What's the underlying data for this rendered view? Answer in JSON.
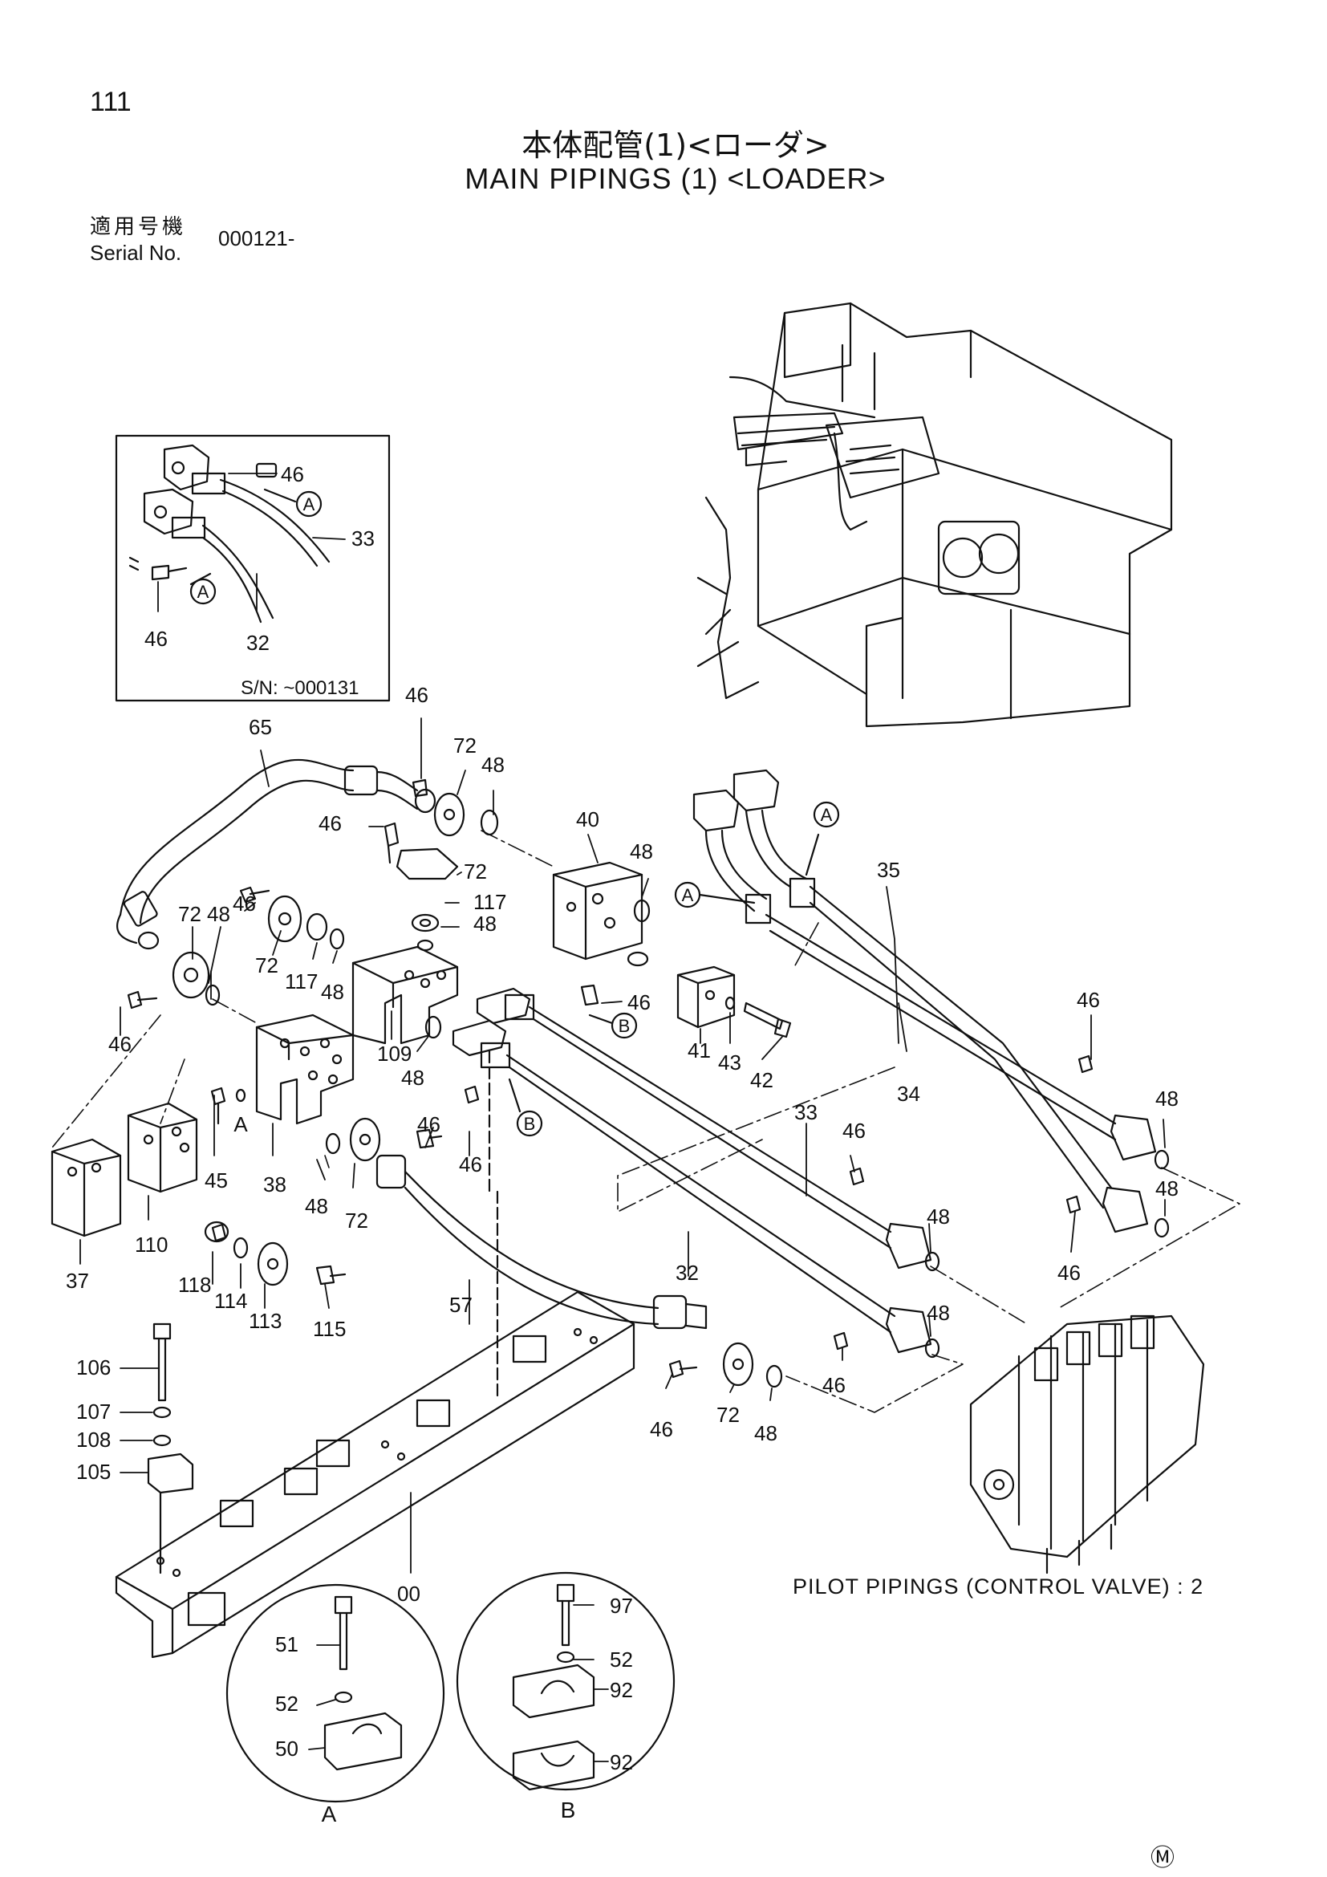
{
  "page_number": "111",
  "title_jp": "本体配管(1)<ローダ>",
  "title_en": "MAIN PIPINGS (1) <LOADER>",
  "serial": {
    "label_jp": "適用号機",
    "label_en": "Serial No.",
    "value": "000121-"
  },
  "inset": {
    "sn_label": "S/N: ~000131"
  },
  "detail_labels": {
    "a": "A",
    "b": "B"
  },
  "pilot_note": "PILOT PIPINGS (CONTROL VALVE) : 2",
  "corner_mark": "Ⓜ",
  "callouts": [
    {
      "id": "inset-46a",
      "text": "46"
    },
    {
      "id": "inset-33",
      "text": "33"
    },
    {
      "id": "inset-32",
      "text": "32"
    },
    {
      "id": "inset-46b",
      "text": "46"
    },
    {
      "id": "c65",
      "text": "65"
    },
    {
      "id": "c46-top",
      "text": "46"
    },
    {
      "id": "c72-top",
      "text": "72"
    },
    {
      "id": "c48-top",
      "text": "48"
    },
    {
      "id": "c46-mid",
      "text": "46"
    },
    {
      "id": "c72-mid",
      "text": "72"
    },
    {
      "id": "c117-mid",
      "text": "117"
    },
    {
      "id": "c48-mid",
      "text": "48"
    },
    {
      "id": "c40",
      "text": "40"
    },
    {
      "id": "c48-40",
      "text": "48"
    },
    {
      "id": "c72-left",
      "text": "72"
    },
    {
      "id": "c48-left",
      "text": "48"
    },
    {
      "id": "c46-left",
      "text": "46"
    },
    {
      "id": "c46-l2",
      "text": "46"
    },
    {
      "id": "c72-l2",
      "text": "72"
    },
    {
      "id": "c117-l2",
      "text": "117"
    },
    {
      "id": "c48-l2",
      "text": "48"
    },
    {
      "id": "c109",
      "text": "109"
    },
    {
      "id": "c48-109",
      "text": "48"
    },
    {
      "id": "c46-clamp",
      "text": "46"
    },
    {
      "id": "c41",
      "text": "41"
    },
    {
      "id": "c43",
      "text": "43"
    },
    {
      "id": "c42",
      "text": "42"
    },
    {
      "id": "c35",
      "text": "35"
    },
    {
      "id": "c34",
      "text": "34"
    },
    {
      "id": "c46-r1",
      "text": "46"
    },
    {
      "id": "c48-r1",
      "text": "48"
    },
    {
      "id": "c48-r2",
      "text": "48"
    },
    {
      "id": "c46-r2",
      "text": "46"
    },
    {
      "id": "c45",
      "text": "45"
    },
    {
      "id": "c38",
      "text": "38"
    },
    {
      "id": "c37",
      "text": "37"
    },
    {
      "id": "c110",
      "text": "110"
    },
    {
      "id": "c48-38",
      "text": "48"
    },
    {
      "id": "c72-38",
      "text": "72"
    },
    {
      "id": "c46-57",
      "text": "46"
    },
    {
      "id": "c46-57b",
      "text": "46"
    },
    {
      "id": "c33",
      "text": "33"
    },
    {
      "id": "c46-33",
      "text": "46"
    },
    {
      "id": "c48-33",
      "text": "48"
    },
    {
      "id": "c32",
      "text": "32"
    },
    {
      "id": "c48-32",
      "text": "48"
    },
    {
      "id": "c46-32",
      "text": "46"
    },
    {
      "id": "c57",
      "text": "57"
    },
    {
      "id": "c118",
      "text": "118"
    },
    {
      "id": "c114",
      "text": "114"
    },
    {
      "id": "c113",
      "text": "113"
    },
    {
      "id": "c115",
      "text": "115"
    },
    {
      "id": "c106",
      "text": "106"
    },
    {
      "id": "c107",
      "text": "107"
    },
    {
      "id": "c108",
      "text": "108"
    },
    {
      "id": "c105",
      "text": "105"
    },
    {
      "id": "c46-bot",
      "text": "46"
    },
    {
      "id": "c72-bot",
      "text": "72"
    },
    {
      "id": "c48-bot",
      "text": "48"
    },
    {
      "id": "c00",
      "text": "00"
    },
    {
      "id": "c51",
      "text": "51"
    },
    {
      "id": "c52a",
      "text": "52"
    },
    {
      "id": "c50",
      "text": "50"
    },
    {
      "id": "c97",
      "text": "97"
    },
    {
      "id": "c52b",
      "text": "52"
    },
    {
      "id": "c92a",
      "text": "92"
    },
    {
      "id": "c92b",
      "text": "92"
    }
  ]
}
